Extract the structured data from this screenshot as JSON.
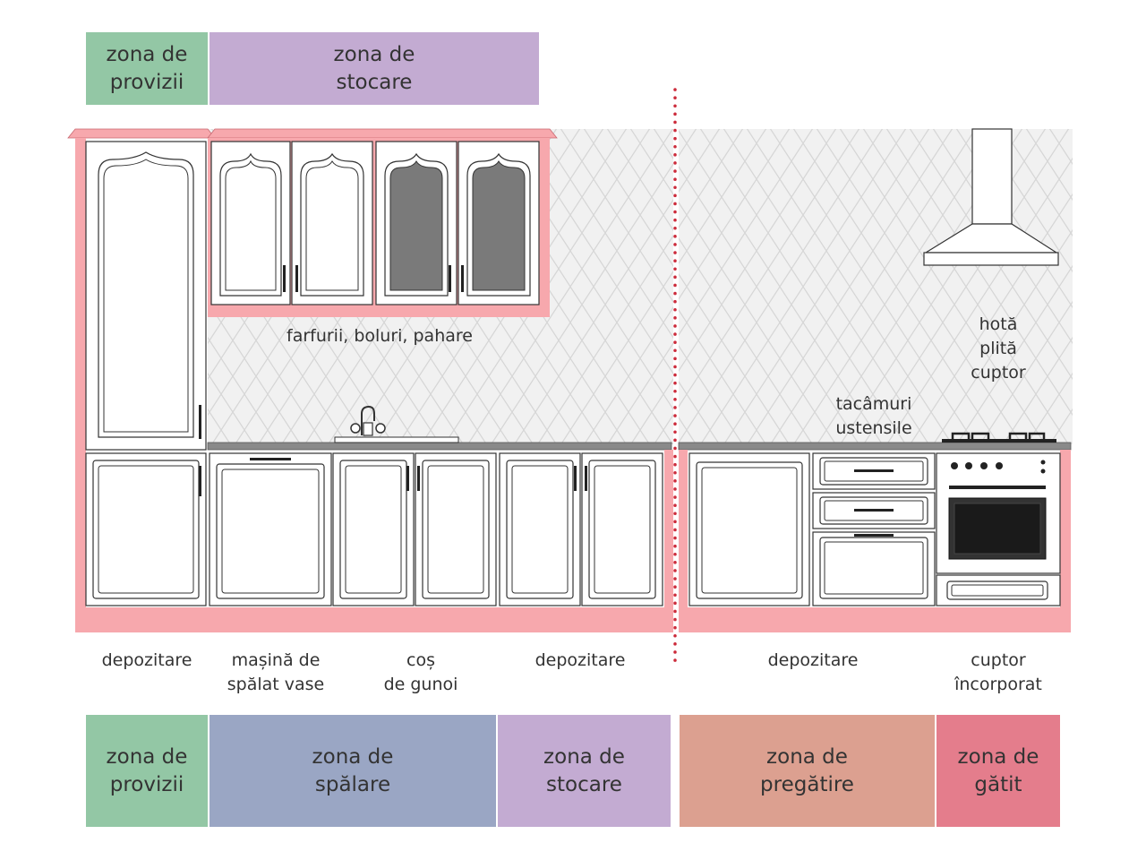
{
  "colors": {
    "provizii": "#93c7a5",
    "stocare": "#c3abd2",
    "spalare": "#9aa6c4",
    "pregatire": "#dca090",
    "gatit": "#e47d8c",
    "cabinet_frame": "#f7a8ad",
    "divider": "#cc2a3a",
    "glass": "#7a7a7a"
  },
  "top_zones": [
    {
      "label": "zona de\nprovizii",
      "color_key": "provizii"
    },
    {
      "label": "zona de\nstocare",
      "color_key": "stocare"
    }
  ],
  "bottom_zones": [
    {
      "label": "zona de\nprovizii",
      "color_key": "provizii"
    },
    {
      "label": "zona de\nspălare",
      "color_key": "spalare"
    },
    {
      "label": "zona de\nstocare",
      "color_key": "stocare"
    },
    {
      "label": "zona de\npregătire",
      "color_key": "pregatire"
    },
    {
      "label": "zona de\ngătit",
      "color_key": "gatit"
    }
  ],
  "labels": {
    "upper_cabinets": "farfurii, boluri, pahare",
    "cooking_appliances": "hotă\nplită\ncuptor",
    "drawers": "tacâmuri\nustensile"
  },
  "base_labels": [
    "depozitare",
    "mașină de\nspălat vase",
    "coș\nde gunoi",
    "depozitare",
    "depozitare",
    "cuptor\nîncorporat"
  ]
}
